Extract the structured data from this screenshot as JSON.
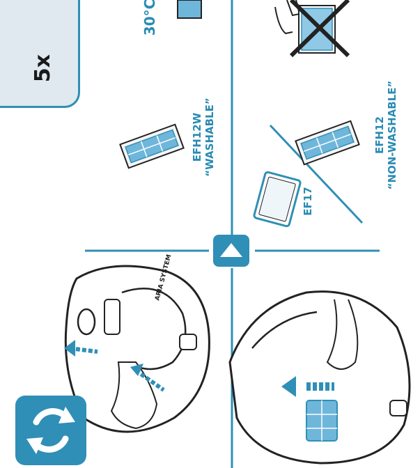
{
  "badge": {
    "count": "5x"
  },
  "filters": {
    "temperature": "30°C",
    "washable": {
      "model": "EFH12W",
      "label": "“WASHABLE”"
    },
    "non_washable": {
      "model": "EFH12",
      "label": "“NON-WASHABLE”"
    },
    "ef17": "EF17"
  },
  "brand_mark": "ARIA SYSTEM",
  "colors": {
    "accent": "#2f8fb6",
    "badge_bg": "#dfe9ef",
    "text": "#2a8bb3"
  },
  "icons": {
    "next": "up-triangle-icon",
    "cycle": "rotate-arrows-icon",
    "no_water": "cross-icon"
  }
}
